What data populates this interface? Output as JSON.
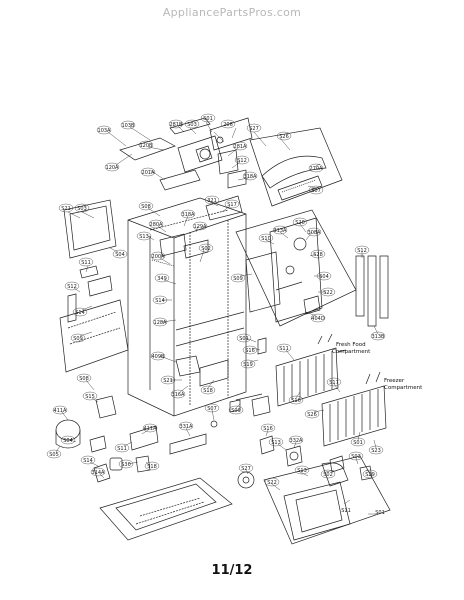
{
  "watermark": "AppliancePartsPros.com",
  "page_number": "11/12",
  "compartments": {
    "fresh_food": [
      "Fresh Food",
      "Compartment"
    ],
    "freezer": [
      "Freezer",
      "Compartment"
    ]
  },
  "callouts": {
    "c1": "103A",
    "c2": "103B",
    "c3": "120A",
    "c4": "120B",
    "c5": "201A",
    "c6": "281B",
    "c7": "S03",
    "c8": "S01",
    "c9": "206",
    "c10": "281A",
    "c11": "S12",
    "c12": "318A",
    "c13": "S27",
    "c14": "S26",
    "c15": "270A",
    "c16": "S07",
    "c17": "S21",
    "c18": "S03",
    "c19": "S04",
    "c20": "S11",
    "c21": "S12",
    "c22": "S14",
    "c23": "S09",
    "c24": "S08",
    "c25": "280A",
    "c26": "S13",
    "c27": "321",
    "c28": "S17",
    "c29": "318A",
    "c30": "129A",
    "c31": "S02",
    "c32": "200A",
    "c33": "349",
    "c34": "S14",
    "c35": "128A",
    "c36": "S09",
    "c37": "S10",
    "c38": "313A",
    "c39": "S20",
    "c40": "308A",
    "c41": "S28",
    "c42": "S04",
    "c43": "S22",
    "c44": "404D",
    "c45": "S12",
    "c46": "313B",
    "c47": "S01",
    "c48": "S16",
    "c49": "S19",
    "c50": "409B",
    "c51": "S21",
    "c52": "316A",
    "c53": "S18",
    "c54": "S11",
    "c55": "S16",
    "c56": "S26",
    "c57": "S17",
    "c58": "S01",
    "c59": "S23",
    "c60": "S08",
    "c61": "S15",
    "c62": "411A",
    "c63": "S04",
    "c64": "S05",
    "c65": "S14",
    "c66": "314A",
    "c67": "S11",
    "c68": "411A",
    "c69": "S30",
    "c70": "S18",
    "c71": "331A",
    "c72": "S07",
    "c73": "S09",
    "c74": "S27",
    "c75": "S16",
    "c76": "S13",
    "c77": "332A",
    "c78": "S13",
    "c79": "S02",
    "c80": "S03",
    "c81": "S29",
    "c82": "S22",
    "c83": "S11",
    "c84": "S01"
  }
}
